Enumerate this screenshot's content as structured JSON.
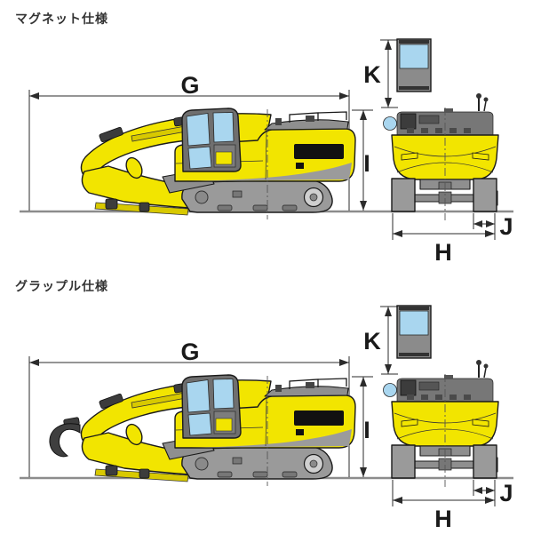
{
  "sections": [
    {
      "title": "マグネット仕様",
      "attachment": "magnet"
    },
    {
      "title": "グラップル仕様",
      "attachment": "grapple"
    }
  ],
  "dims": {
    "overall_length": "G",
    "overall_height": "I",
    "cab_height": "K",
    "single_track_width": "J",
    "overall_width": "H"
  },
  "colors": {
    "machine_yellow": "#F2E500",
    "glass_blue": "#A9D6EF",
    "metal_gray": "#9A9A9A",
    "outline": "#1A1A1A",
    "dimension_line": "#2B2B2B",
    "ground_line": "#8C8C8C"
  }
}
